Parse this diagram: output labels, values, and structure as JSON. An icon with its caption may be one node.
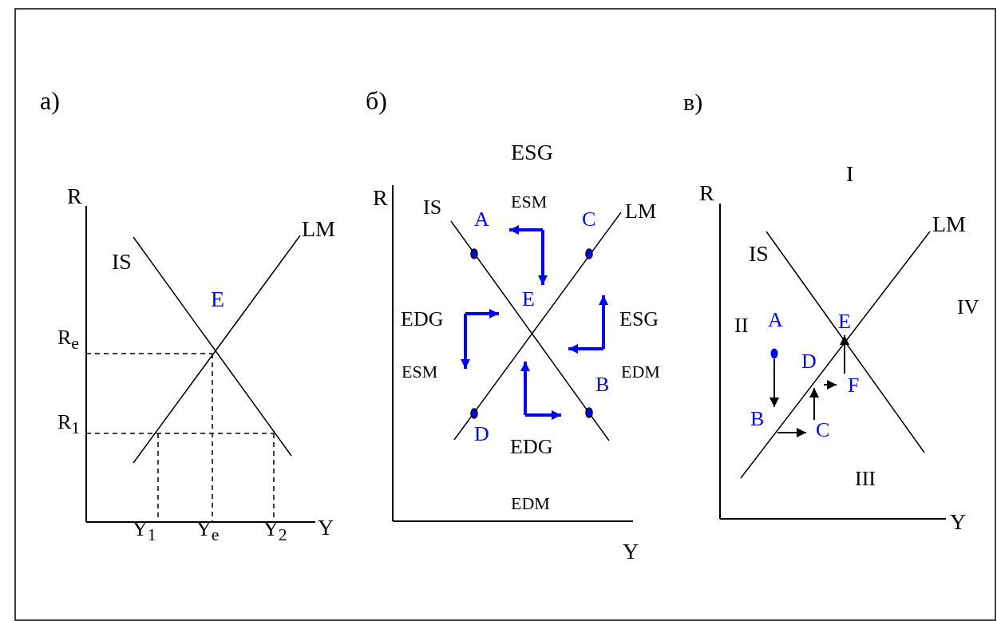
{
  "diagram": {
    "nodes": [
      {
        "text": [
          "A"
        ]
      },
      {
        "text": [
          "B"
        ]
      },
      {
        "text": [
          "C"
        ]
      },
      {
        "text": [
          "D"
        ]
      },
      {
        "text": [
          "F"
        ]
      },
      {
        "text": [
          "E"
        ]
      }
    ],
    "edges": [
      {
        "from": 0,
        "to": 1,
        "arrow": "to"
      },
      {
        "from": 1,
        "to": 2,
        "arrow": "to"
      },
      {
        "from": 2,
        "to": 3,
        "arrow": "to"
      },
      {
        "from": 3,
        "to": 4,
        "arrow": "to"
      },
      {
        "from": 4,
        "to": 5,
        "arrow": "to"
      }
    ],
    "labels": [
      "а)",
      "б)",
      "в)",
      "R",
      "LM",
      "IS",
      "E",
      "R$_{e}$",
      "R$_{1}$",
      "Y$_{1}$",
      "Y$_{e}$",
      "Y$_{2}$",
      "Y",
      "ESG",
      "R",
      "IS",
      "ESM",
      "A",
      "C",
      "LM",
      "E",
      "EDG",
      "ESG",
      "ESM",
      "EDM",
      "B",
      "D",
      "EDG",
      "EDM",
      "Y",
      "I",
      "R",
      "LM",
      "IS",
      "IV",
      "II",
      "III",
      "Y"
    ]
  }
}
